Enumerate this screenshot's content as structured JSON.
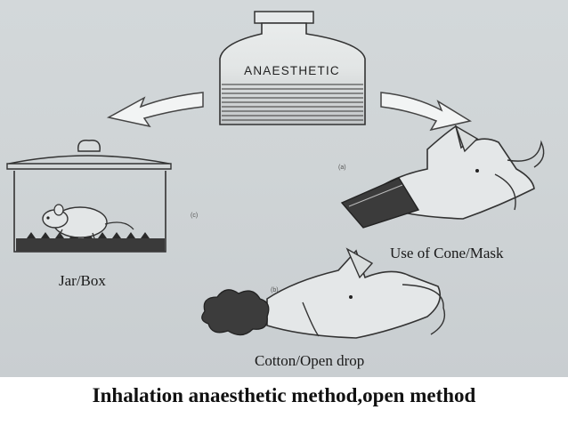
{
  "bottle": {
    "label": "ANAESTHETIC"
  },
  "fig_tags": {
    "a": "(a)",
    "b": "(b)",
    "c": "(c)"
  },
  "labels": {
    "cone_mask": "Use of Cone/Mask",
    "jar_box": "Jar/Box",
    "cotton": "Cotton/Open drop"
  },
  "title": "Inhalation anaesthetic method,open method"
}
